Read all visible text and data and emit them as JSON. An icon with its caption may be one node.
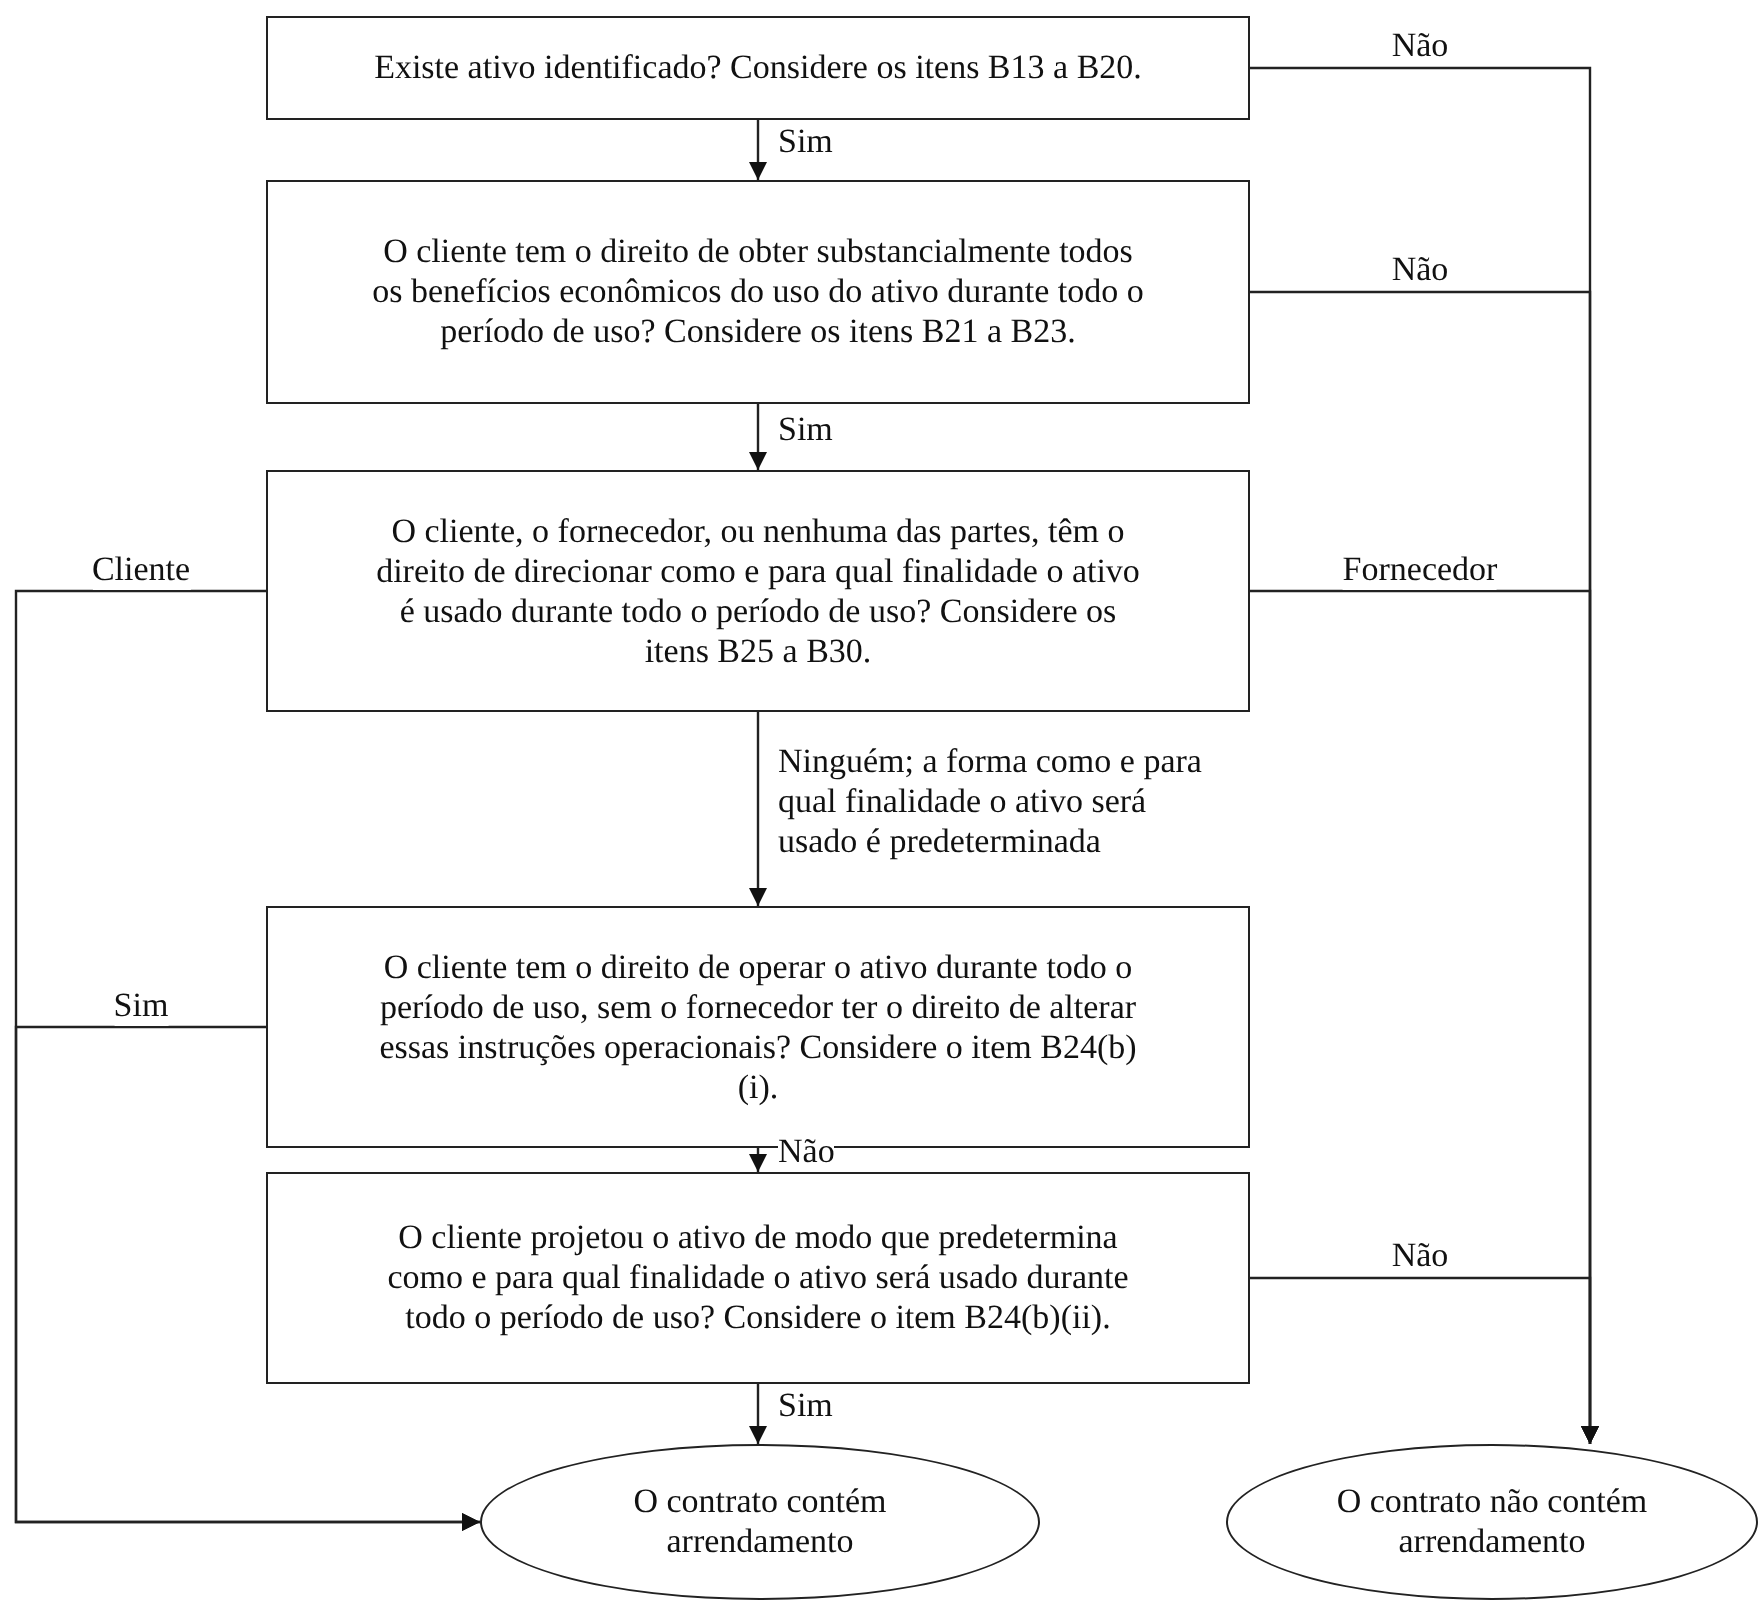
{
  "diagram": {
    "nodes": [
      {
        "text": [
          "Existe ativo identificado? Considere os itens B13 a B20."
        ]
      },
      {
        "text": [
          "O cliente tem o direito de obter substancialmente todos os benefícios econômicos do uso do ativo durante todo o período de uso? Considere os itens B21 a B23."
        ]
      },
      {
        "text": [
          "O cliente, o fornecedor, ou nenhuma das partes, têm o direito de direcionar como e para qual finalidade o ativo é usado durante todo o período de uso? Considere os itens B25 a B30."
        ]
      },
      {
        "text": [
          "O cliente tem o direito de operar o ativo durante todo o período de uso, sem o fornecedor ter o direito de alterar essas instruções operacionais? Considere o item B24(b)(i)."
        ]
      },
      {
        "text": [
          "O cliente projetou o ativo de modo que predetermina como e para qual finalidade o ativo será usado durante todo o período de uso? Considere o item B24(b)(ii)."
        ]
      },
      {
        "text": [
          "O contrato contém arrendamento"
        ]
      },
      {
        "text": [
          "O contrato não contém arrendamento"
        ]
      }
    ],
    "edges": [
      {
        "from": 0,
        "to": 1,
        "arrow": "to",
        "label": "Sim"
      },
      {
        "from": 1,
        "to": 2,
        "arrow": "to",
        "label": "Sim"
      },
      {
        "from": 2,
        "to": 3,
        "arrow": "to",
        "label": "Ninguém; a forma como e para qual finalidade o ativo será usado é predeterminada"
      },
      {
        "from": 3,
        "to": 4,
        "arrow": "to",
        "label": "Não"
      },
      {
        "from": 4,
        "to": 5,
        "arrow": "to",
        "label": "Sim"
      },
      {
        "from": 0,
        "to": 6,
        "arrow": "to",
        "label": "Não"
      },
      {
        "from": 1,
        "to": 6,
        "arrow": "to",
        "label": "Não"
      },
      {
        "from": 2,
        "to": 6,
        "arrow": "to",
        "label": "Fornecedor"
      },
      {
        "from": 4,
        "to": 6,
        "arrow": "to",
        "label": "Não"
      },
      {
        "from": 2,
        "to": 5,
        "arrow": "to",
        "label": "Cliente"
      },
      {
        "from": 3,
        "to": 5,
        "arrow": "to",
        "label": "Sim"
      }
    ]
  }
}
